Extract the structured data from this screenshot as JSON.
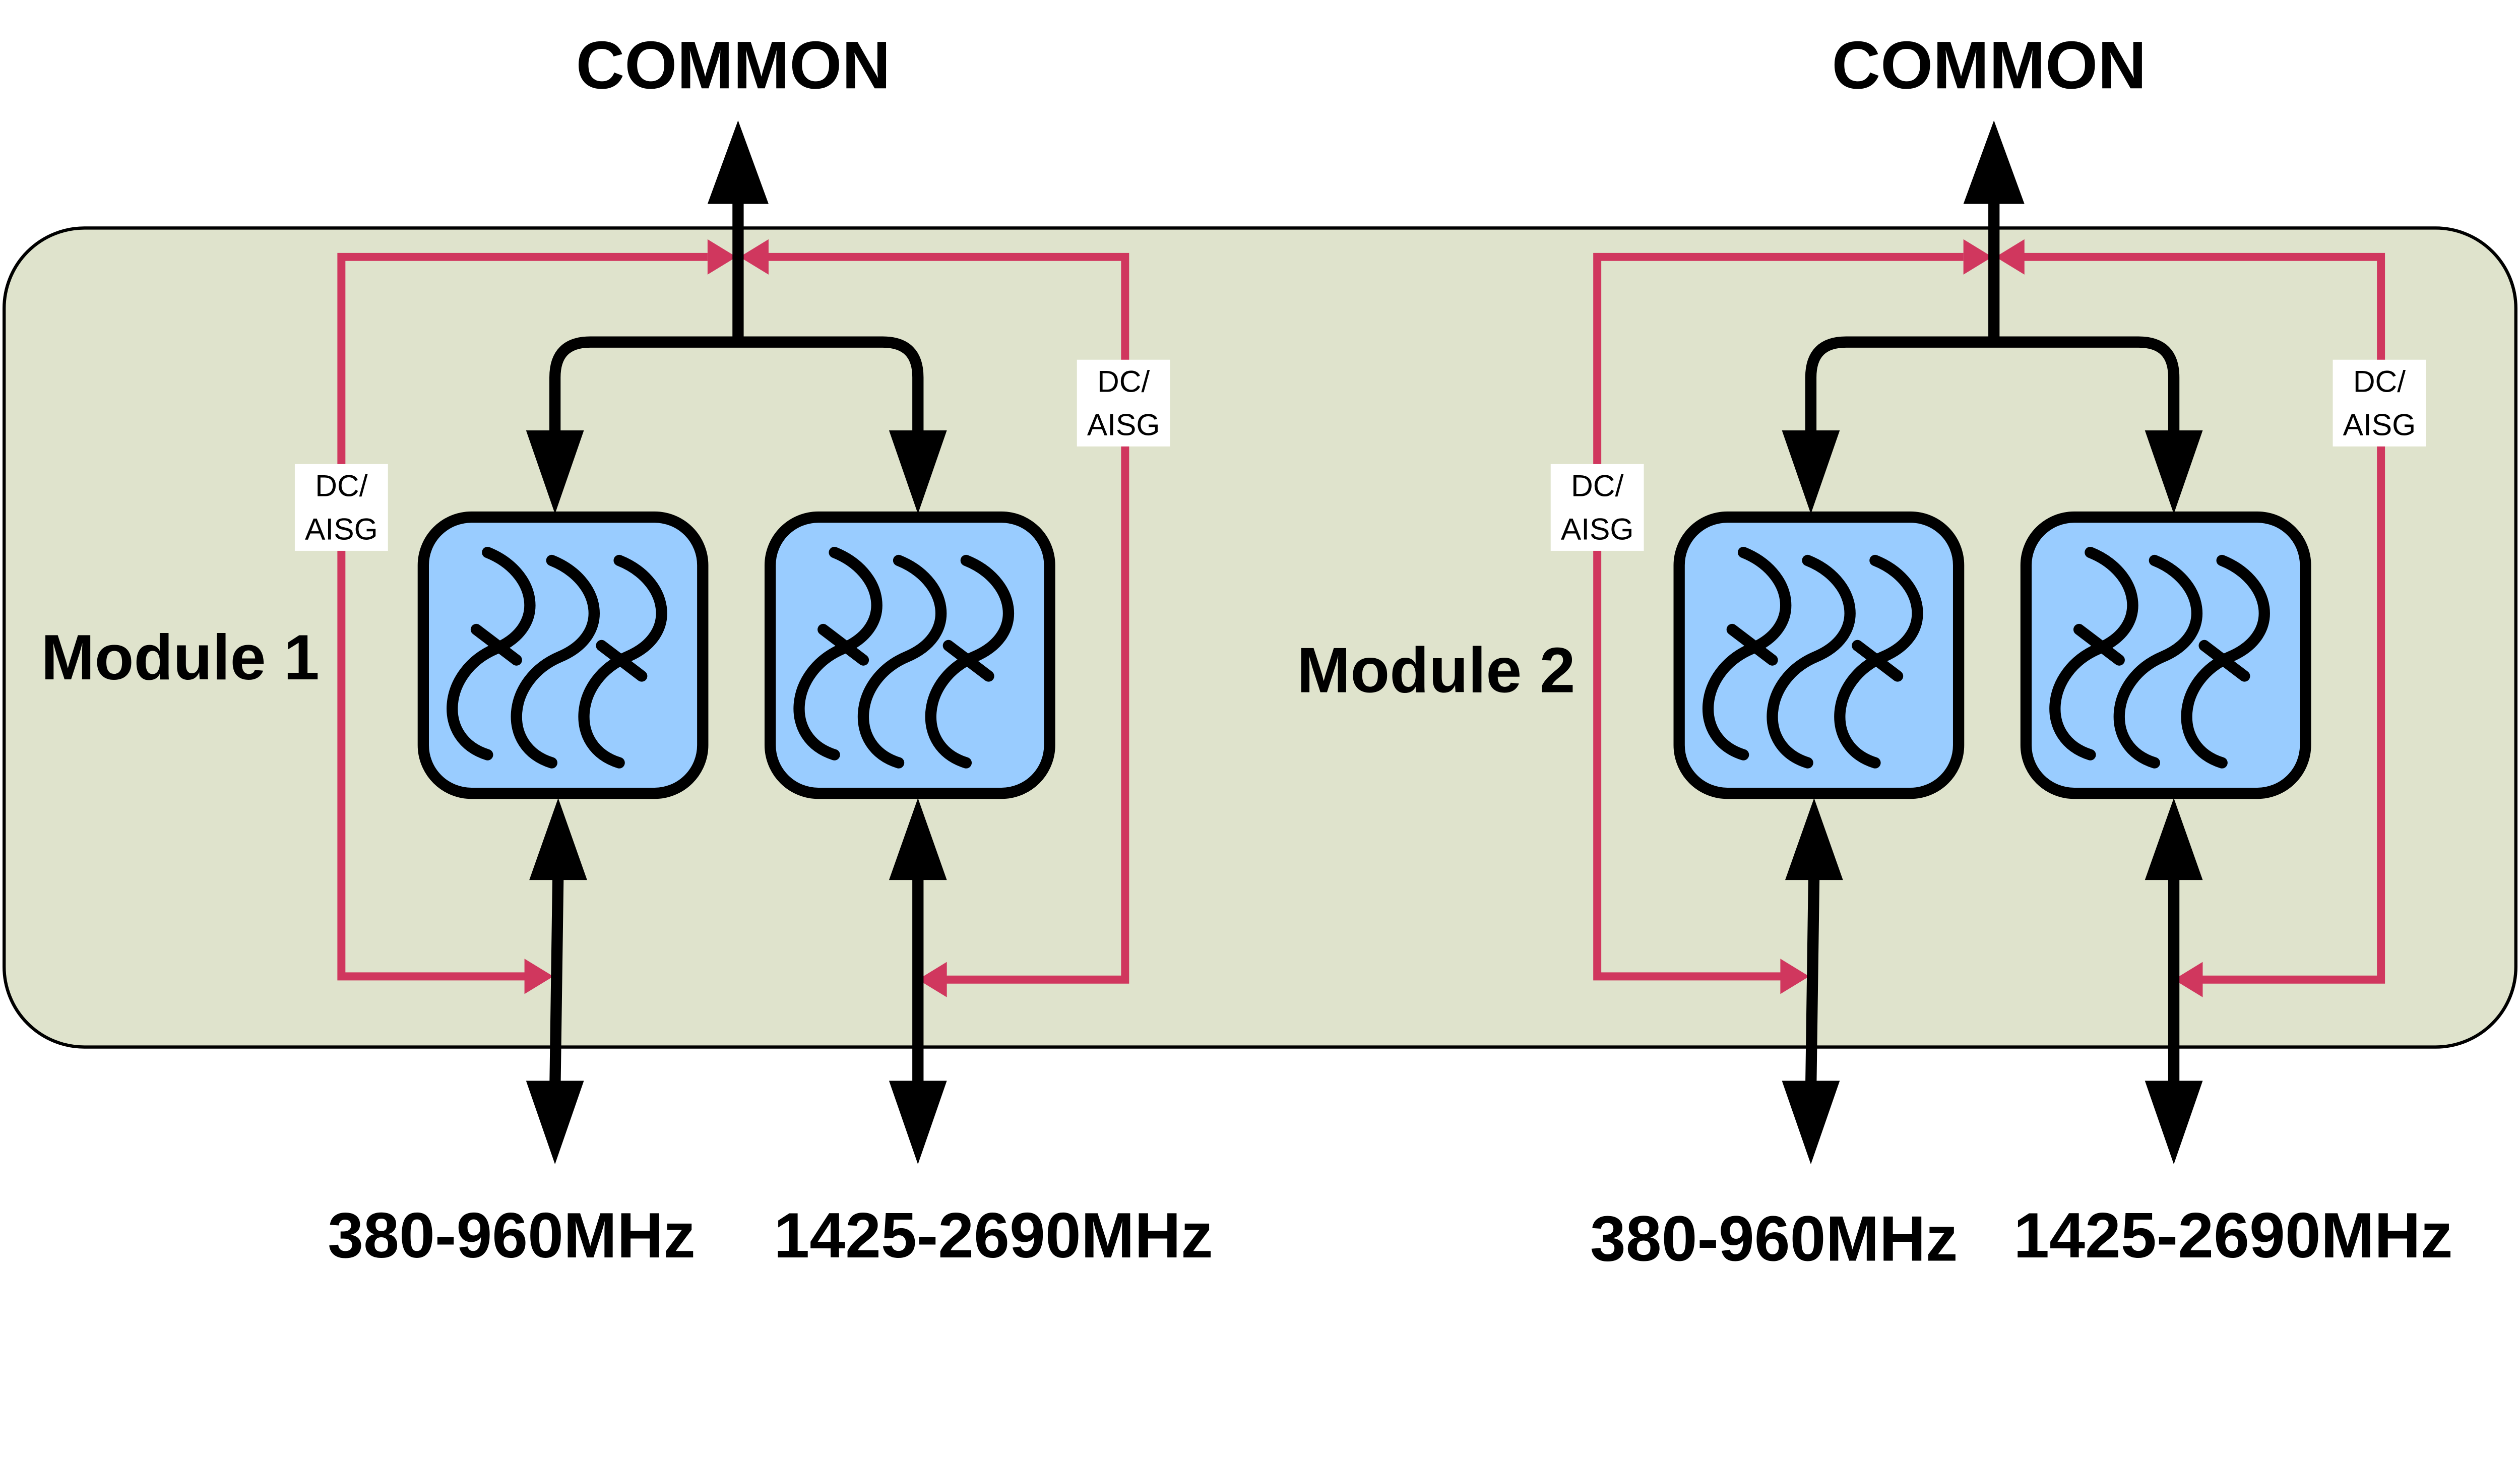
{
  "colors": {
    "panel": "#dfe3cc",
    "filter": "#99ccff",
    "dc_path": "#d0375e",
    "signal": "#000000"
  },
  "modules": [
    {
      "label": "Module 1",
      "common": "COMMON",
      "low_band": "380-960MHz",
      "high_band": "1425-2690MHz",
      "dc_left": [
        "DC/",
        "AISG"
      ],
      "dc_right": [
        "DC/",
        "AISG"
      ]
    },
    {
      "label": "Module 2",
      "common": "COMMON",
      "low_band": "380-960MHz",
      "high_band": "1425-2690MHz",
      "dc_left": [
        "DC/",
        "AISG"
      ],
      "dc_right": [
        "DC/",
        "AISG"
      ]
    }
  ],
  "icons": {
    "filter": "bandpass-filter-icon"
  }
}
